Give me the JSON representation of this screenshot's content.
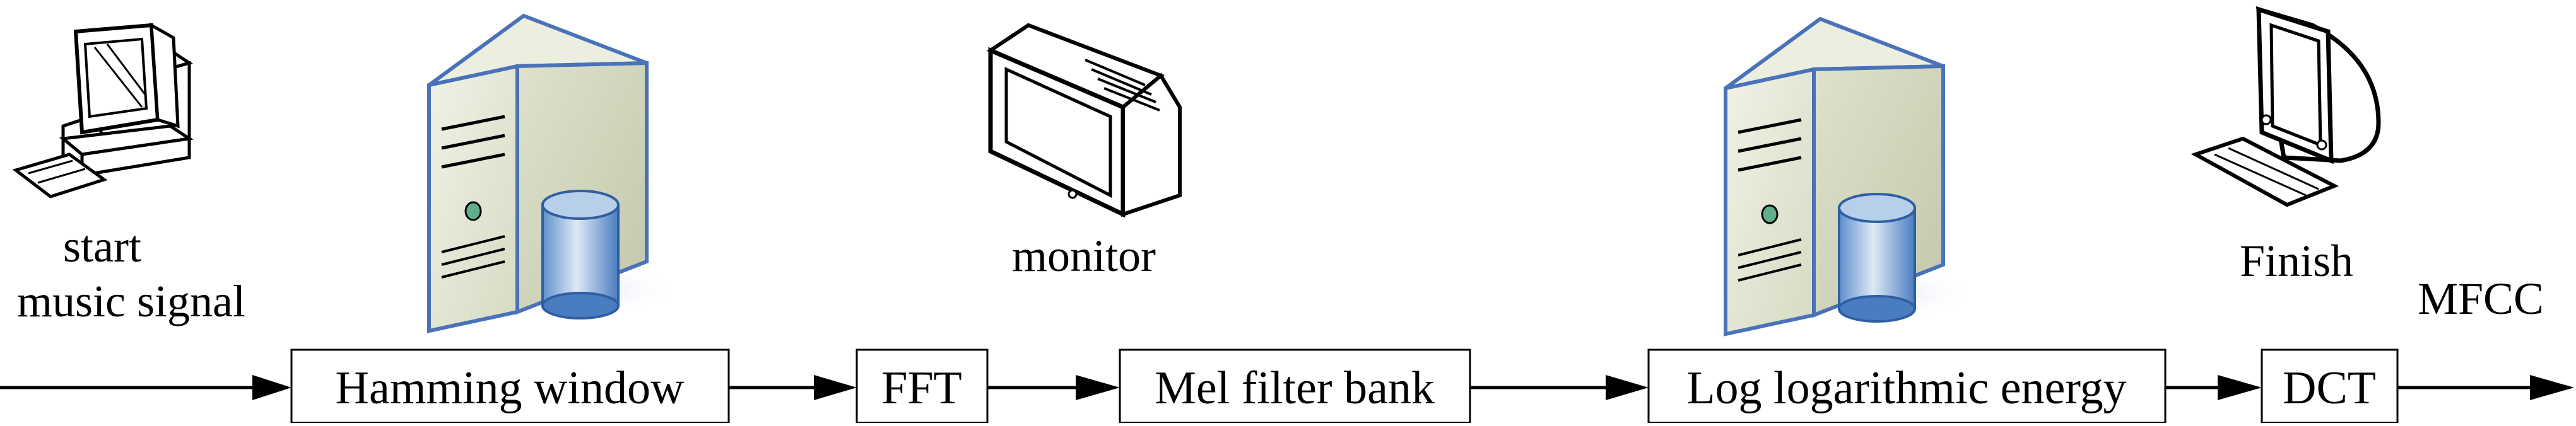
{
  "nodes": {
    "start_label_line1": "start",
    "start_label_line2": "music signal",
    "monitor_label": "monitor",
    "finish_label": "Finish",
    "output_label": "MFCC"
  },
  "steps": [
    {
      "label": "Hamming window"
    },
    {
      "label": "FFT"
    },
    {
      "label": "Mel filter bank"
    },
    {
      "label": "Log logarithmic energy"
    },
    {
      "label": "DCT"
    }
  ],
  "icons": {
    "start": "desktop-computer-icon",
    "server_left": "server-with-database-icon",
    "monitor": "crt-monitor-icon",
    "server_right": "server-with-database-icon",
    "finish": "computer-with-keyboard-icon"
  },
  "colors": {
    "server_body": "#e8ead8",
    "server_outline": "#4a72b8",
    "database": "#7fa7d6",
    "line": "#000000"
  }
}
